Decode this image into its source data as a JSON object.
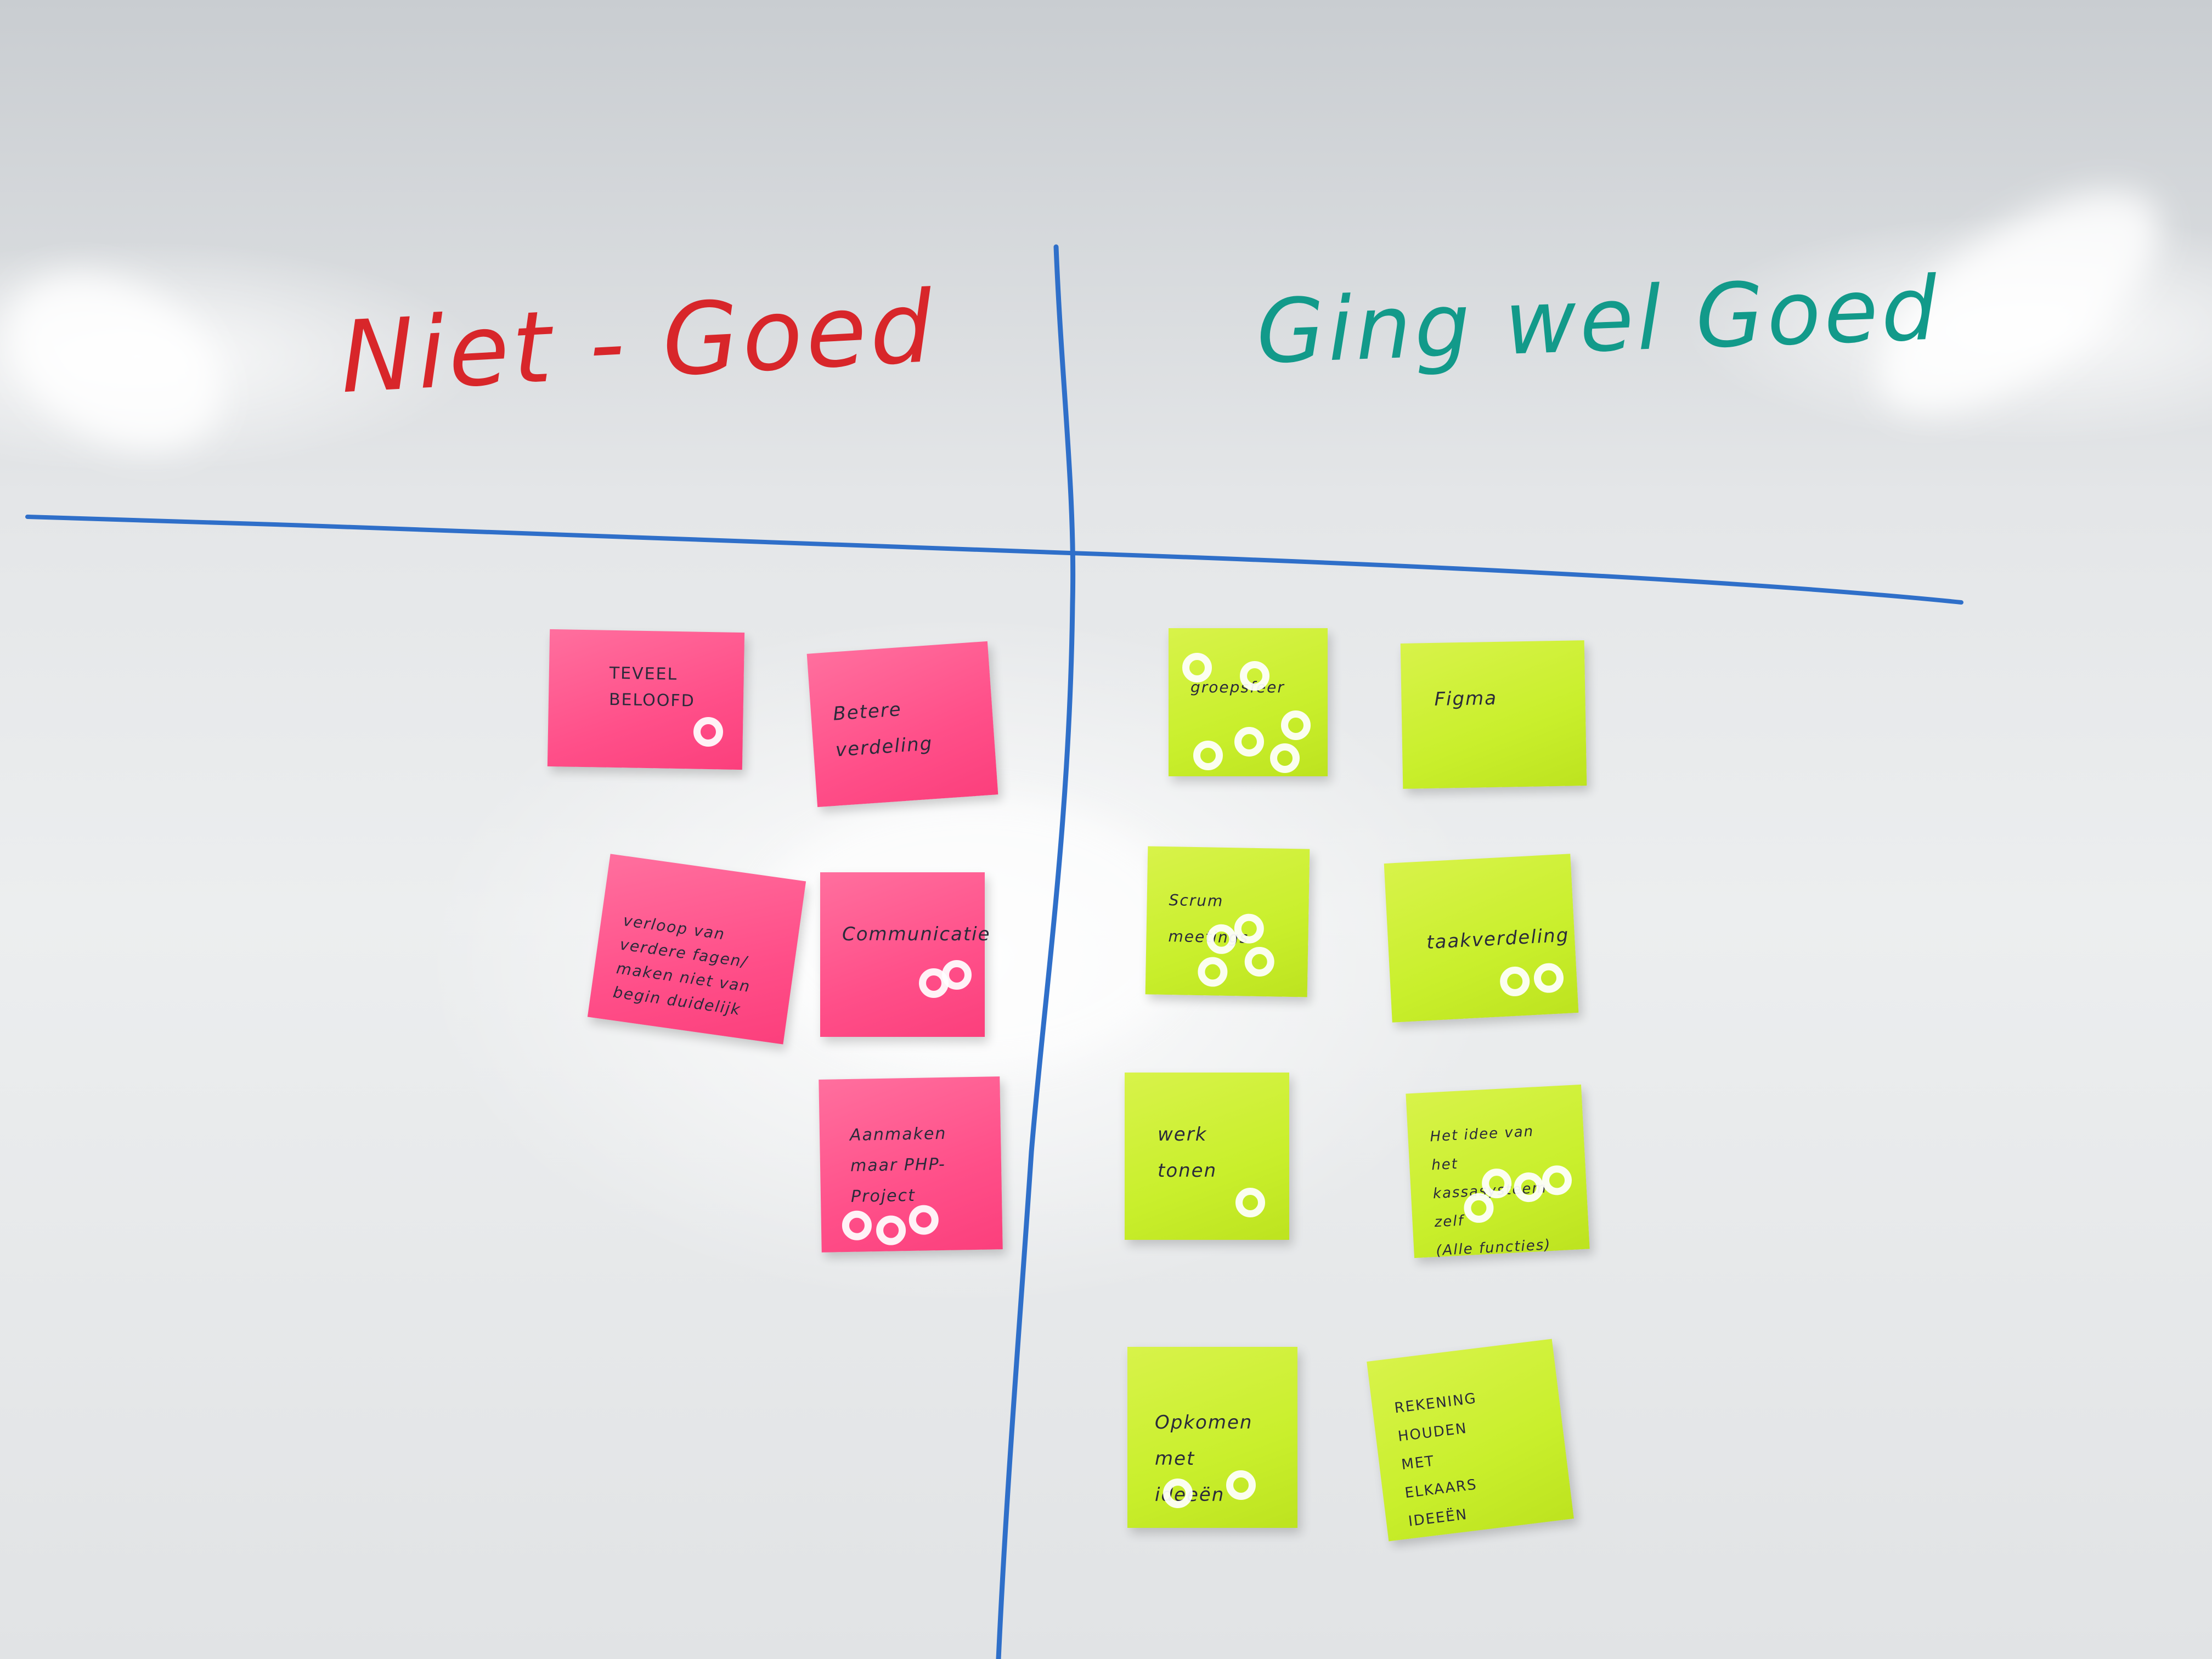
{
  "headings": {
    "left": "Niet - Goed",
    "right": "Ging wel Goed"
  },
  "notes": {
    "teveel_beloofd": "TEVEEL\nBELOOFD",
    "betere_verdeling": "Betere verdeling",
    "verloop": "verloop van\nverdere fagen/\nmaken niet van\nbegin duidelijk",
    "communicatie": "Communicatie",
    "aanmaken_php": "Aanmaken\nmaar PHP-Project",
    "groepsfeer": "groepsfeer",
    "figma": "Figma",
    "scrum_meetings": "Scrum meetings",
    "taakverdeling": "taakverdeling",
    "werk_tonen": "werk tonen",
    "het_idee": "Het idee van\nhet kassasysteem\nzelf\n(Alle functies)",
    "opkomen_ideeen": "Opkomen met\nideeën",
    "rekening_houden": "REKENING\n        HOUDEN\nMET\n        ELKAARS\nIDEEËN"
  },
  "colors": {
    "pink_note": "#ff4f89",
    "green_note": "#c9ef2c",
    "marker_red": "#d8262a",
    "marker_teal": "#129a8a",
    "marker_blue": "#2f6fc9"
  }
}
